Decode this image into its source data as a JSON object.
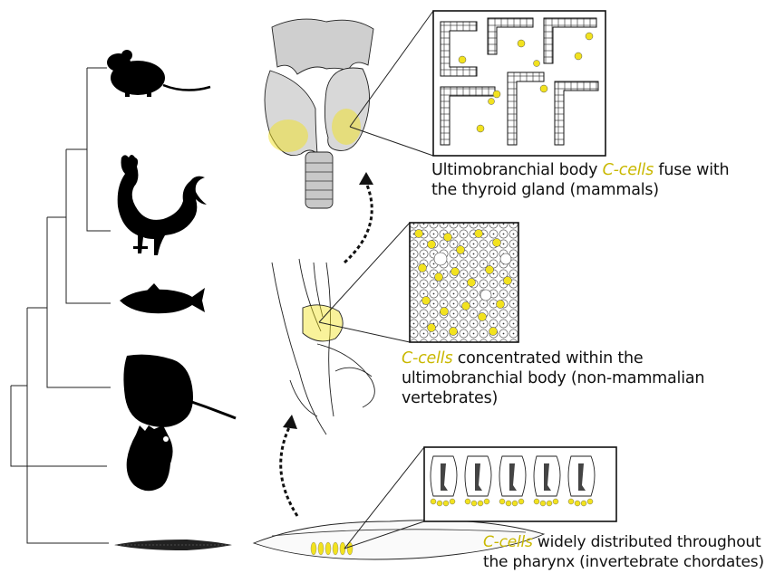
{
  "captions": {
    "mammals": {
      "before": "Ultimobranchial body ",
      "highlight": "C-cells",
      "after": " fuse with the thyroid gland (mammals)"
    },
    "nonmammalian": {
      "highlight": "C-cells",
      "after": " concentrated within the ultimobranchial body (non-mammalian vertebrates)"
    },
    "invertebrate": {
      "highlight": "C-cells",
      "after": " widely distributed throughout the pharynx (invertebrate chordates)"
    }
  },
  "colors": {
    "c_cell": "#f2e21f",
    "c_cell_text": "#c9b800",
    "ink": "#111111"
  },
  "icons": {
    "tree": [
      "mouse-silhouette-icon",
      "rooster-silhouette-icon",
      "fish-silhouette-icon",
      "stingray-silhouette-icon",
      "sea-squirt-silhouette-icon",
      "lancelet-silhouette-icon"
    ],
    "illustrations": [
      "thyroid-gland-illustration",
      "ultimobranchial-dissection-illustration",
      "pharynx-illustration"
    ],
    "insets": [
      "thyroid-follicles-inset",
      "ultimobranchial-cells-inset",
      "pharynx-endostyle-inset"
    ]
  }
}
